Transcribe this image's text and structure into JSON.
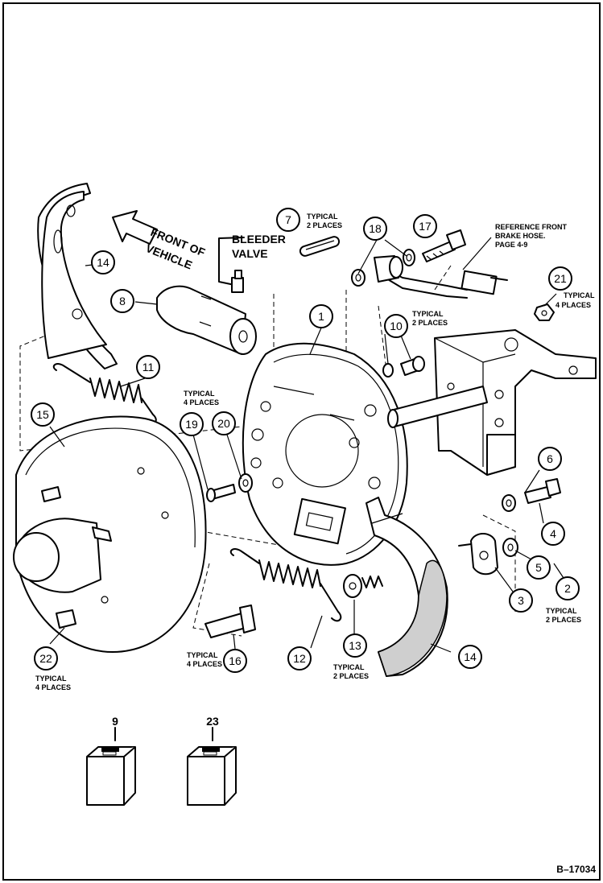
{
  "callouts": [
    "1",
    "2",
    "3",
    "4",
    "5",
    "6",
    "7",
    "8",
    "9",
    "10",
    "11",
    "12",
    "13",
    "14",
    "14",
    "15",
    "16",
    "17",
    "18",
    "19",
    "20",
    "21",
    "22",
    "23"
  ],
  "notes": {
    "front_of_vehicle": [
      "FRONT OF",
      "VEHICLE"
    ],
    "bleeder_valve": [
      "BLEEDER",
      "VALVE"
    ],
    "typical_2_places": [
      "TYPICAL",
      "2 PLACES"
    ],
    "typical_4_places": [
      "TYPICAL",
      "4 PLACES"
    ],
    "reference_front_brake_hose": [
      "REFERENCE FRONT",
      "BRAKE HOSE.",
      "PAGE 4-9"
    ]
  },
  "figure_id": "B–17034"
}
